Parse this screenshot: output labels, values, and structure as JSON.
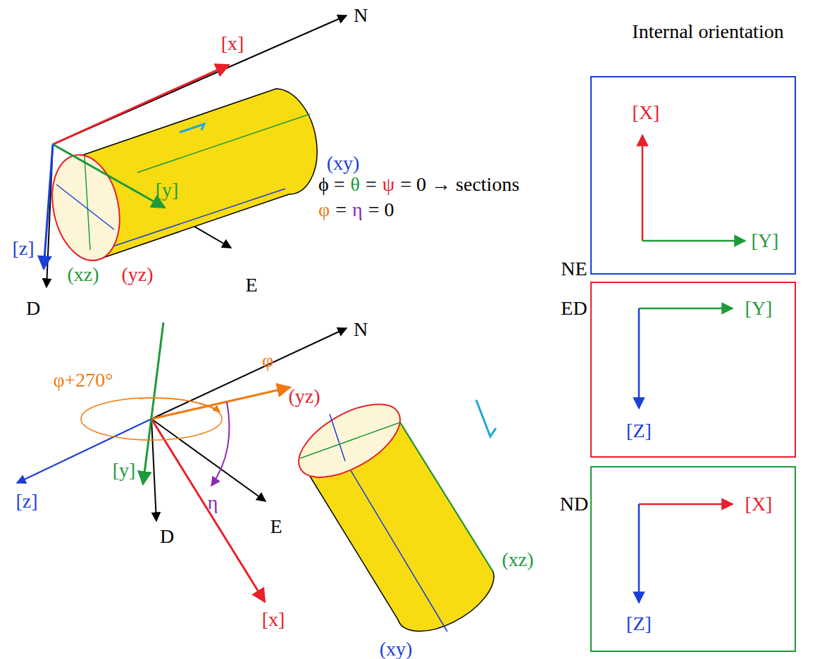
{
  "diagram": {
    "title": "Internal orientation",
    "nodes": [
      {
        "text": [
          "NE",
          "[X]",
          "[Y]"
        ]
      },
      {
        "text": [
          "ED",
          "[Y]",
          "[Z]"
        ]
      },
      {
        "text": [
          "ND",
          "[X]",
          "[Z]"
        ]
      }
    ],
    "edges": [],
    "labels": [
      "N",
      "[x]",
      "(xy)",
      "[z]",
      "[y]",
      "(xz)",
      "(yz)",
      "D",
      "E",
      "ϕ =",
      "θ",
      "=",
      "ψ",
      "= 0 → sections",
      "φ",
      "=",
      "η",
      "= 0",
      "N",
      "φ+270°",
      "φ",
      "[y]",
      "[z]",
      "η",
      "D",
      "E",
      "[x]",
      "(yz)",
      "(xz)",
      "(xy)"
    ]
  }
}
